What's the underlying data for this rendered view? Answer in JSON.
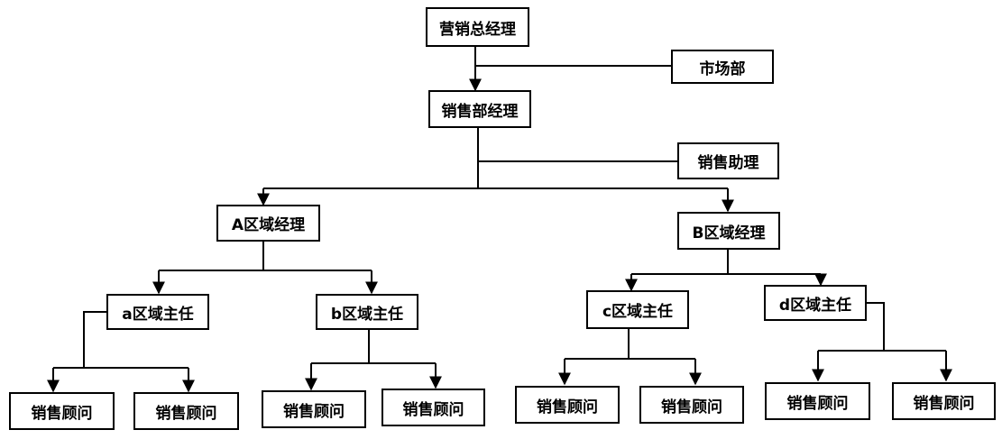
{
  "nodes": {
    "gm": "营销总经理",
    "marketing": "市场部",
    "sales_manager": "销售部经理",
    "sales_assistant": "销售助理",
    "region_a": "A区域经理",
    "region_b": "B区域经理",
    "sup_a": "a区域主任",
    "sup_b": "b区域主任",
    "sup_c": "c区域主任",
    "sup_d": "d区域主任",
    "consultant": "销售顾问"
  },
  "colors": {
    "line": "#000000",
    "box_border": "#000000",
    "background": "#ffffff"
  }
}
